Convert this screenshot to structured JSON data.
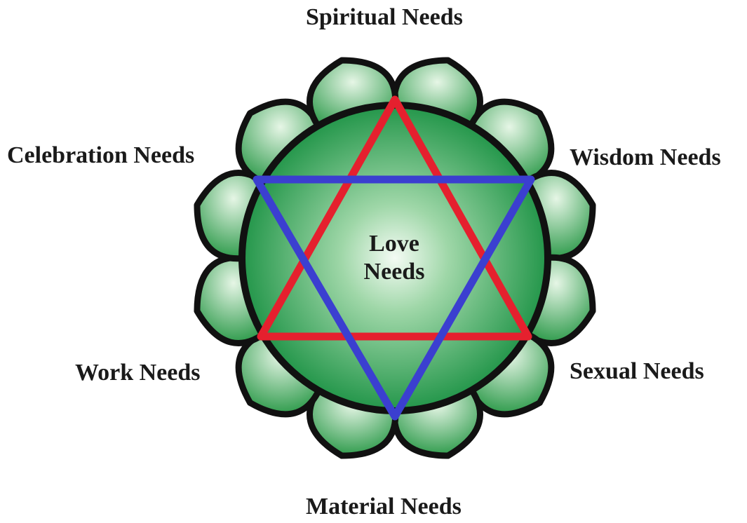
{
  "diagram": {
    "center": {
      "line1": "Love",
      "line2": "Needs"
    },
    "labels": {
      "top": "Spiritual Needs",
      "upper_left": "Celebration Needs",
      "upper_right": "Wisdom Needs",
      "lower_left": "Work Needs",
      "lower_right": "Sexual Needs",
      "bottom": "Material Needs"
    },
    "colors": {
      "petal_light": "#cfeccf",
      "petal_dark": "#2f9b4c",
      "circle_center": "#f4fbf4",
      "circle_edge": "#23964a",
      "outline": "#111111",
      "triangle_up": "#e5202e",
      "triangle_down": "#3b3fd0"
    }
  }
}
